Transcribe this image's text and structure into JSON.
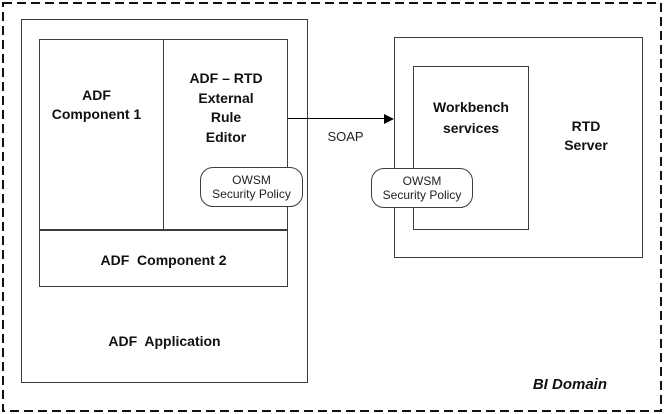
{
  "colors": {
    "background": "#ffffff",
    "box_border": "#3d3d3d",
    "boundary_dash": "#111111",
    "arrow": "#000000",
    "text": "#111111"
  },
  "boundary": {
    "label": "BI Domain"
  },
  "adf_application": {
    "label": "ADF  Application",
    "component1_label": "ADF\nComponent 1",
    "rule_editor_label": "ADF – RTD\nExternal\nRule\nEditor",
    "component2_label": "ADF  Component 2",
    "owsm_label": "OWSM\nSecurity Policy"
  },
  "connection": {
    "protocol_label": "SOAP"
  },
  "rtd_server": {
    "label": "RTD\nServer",
    "workbench_label": "Workbench\nservices",
    "owsm_label": "OWSM\nSecurity Policy"
  }
}
